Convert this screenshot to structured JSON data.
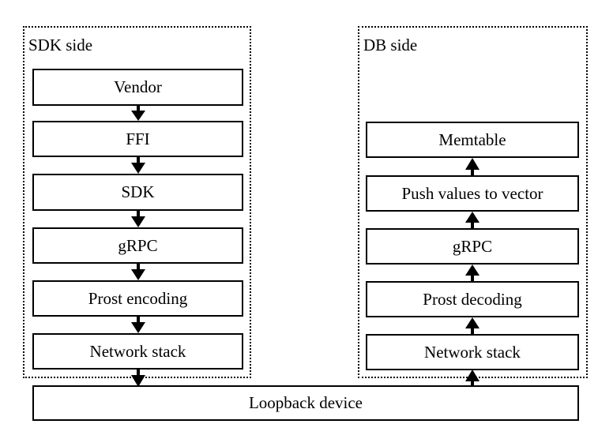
{
  "diagram": {
    "title_visible": false,
    "background_color": "#ffffff",
    "stroke_color": "#000000",
    "panels": [
      {
        "id": "sdk-side",
        "label": "SDK side"
      },
      {
        "id": "db-side",
        "label": "DB side"
      }
    ],
    "sdk_side": {
      "label": "SDK side",
      "nodes": [
        {
          "id": "vendor",
          "label": "Vendor"
        },
        {
          "id": "ffi",
          "label": "FFI"
        },
        {
          "id": "sdk",
          "label": "SDK"
        },
        {
          "id": "grpc",
          "label": "gRPC"
        },
        {
          "id": "prost-encoding",
          "label": "Prost encoding"
        },
        {
          "id": "network-stack",
          "label": "Network stack"
        }
      ],
      "flow_direction": "down"
    },
    "db_side": {
      "label": "DB side",
      "nodes": [
        {
          "id": "memtable",
          "label": "Memtable"
        },
        {
          "id": "push-values-to-vector",
          "label": "Push values to vector"
        },
        {
          "id": "grpc",
          "label": "gRPC"
        },
        {
          "id": "prost-decoding",
          "label": "Prost decoding"
        },
        {
          "id": "network-stack",
          "label": "Network stack"
        }
      ],
      "flow_direction": "up"
    },
    "shared": {
      "loopback": {
        "id": "loopback-device",
        "label": "Loopback device"
      }
    },
    "arrows": {
      "sdk_direction": "down",
      "db_direction": "up",
      "style": "solid-filled-triangle"
    }
  }
}
